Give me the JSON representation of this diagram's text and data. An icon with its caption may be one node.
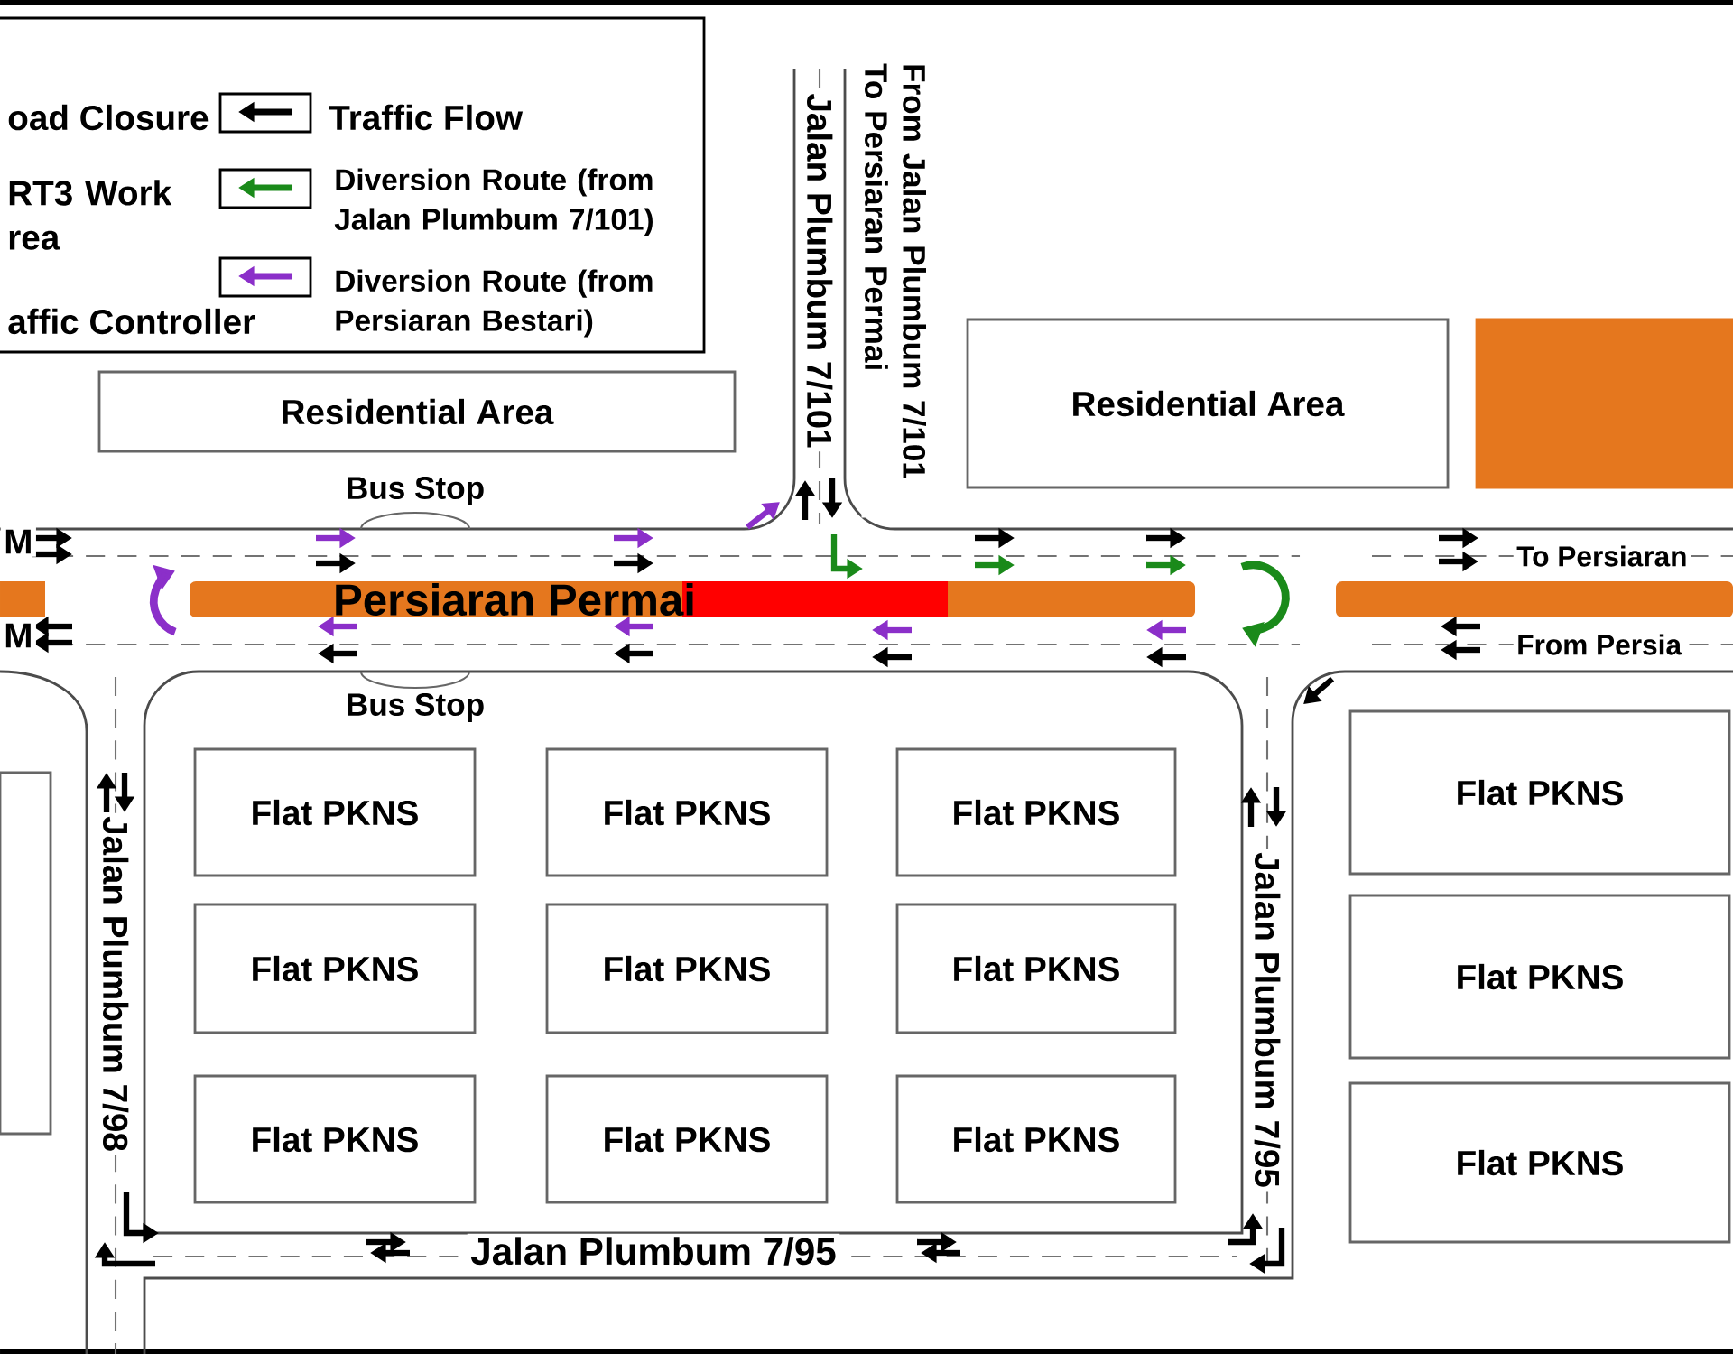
{
  "diagram": {
    "nodes": [
      {
        "text": [
          "Residential Area"
        ]
      },
      {
        "text": [
          "Residential Area"
        ]
      },
      {
        "text": [],
        "shape": "box"
      },
      {
        "text": [],
        "shape": "box"
      },
      {
        "text": [
          "Flat PKNS"
        ]
      },
      {
        "text": [
          "Flat PKNS"
        ]
      },
      {
        "text": [
          "Flat PKNS"
        ]
      },
      {
        "text": [
          "Flat PKNS"
        ]
      },
      {
        "text": [
          "Flat PKNS"
        ]
      },
      {
        "text": [
          "Flat PKNS"
        ]
      },
      {
        "text": [
          "Flat PKNS"
        ]
      },
      {
        "text": [
          "Flat PKNS"
        ]
      },
      {
        "text": [
          "Flat PKNS"
        ]
      },
      {
        "text": [
          "Flat PKNS"
        ]
      },
      {
        "text": [
          "Flat PKNS"
        ]
      },
      {
        "text": [
          "Flat PKNS"
        ]
      }
    ],
    "labels": [
      "Jalan Plumbum 7/101",
      "From Jalan Plumbum 7/101 To Persiaran Permai",
      "Bus Stop",
      "M",
      "To Persiaran",
      "Persiaran Permai",
      "M",
      "From Persia",
      "Bus Stop",
      "Jalan Plumbum 7/98",
      "Jalan Plumbum 7/95",
      "Jalan Plumbum 7/95"
    ],
    "legend": [
      {
        "text": "oad Closure"
      },
      {
        "text": "RT3 Work rea"
      },
      {
        "text": "affic Controller"
      },
      {
        "text": "Traffic Flow",
        "color": "#000000"
      },
      {
        "text": "Diversion Route (from Jalan Plumbum 7/101)",
        "color": "#1a8a1a"
      },
      {
        "text": "Diversion Route (from Persiaran Bestari)",
        "color": "#8b2fc9"
      }
    ]
  }
}
